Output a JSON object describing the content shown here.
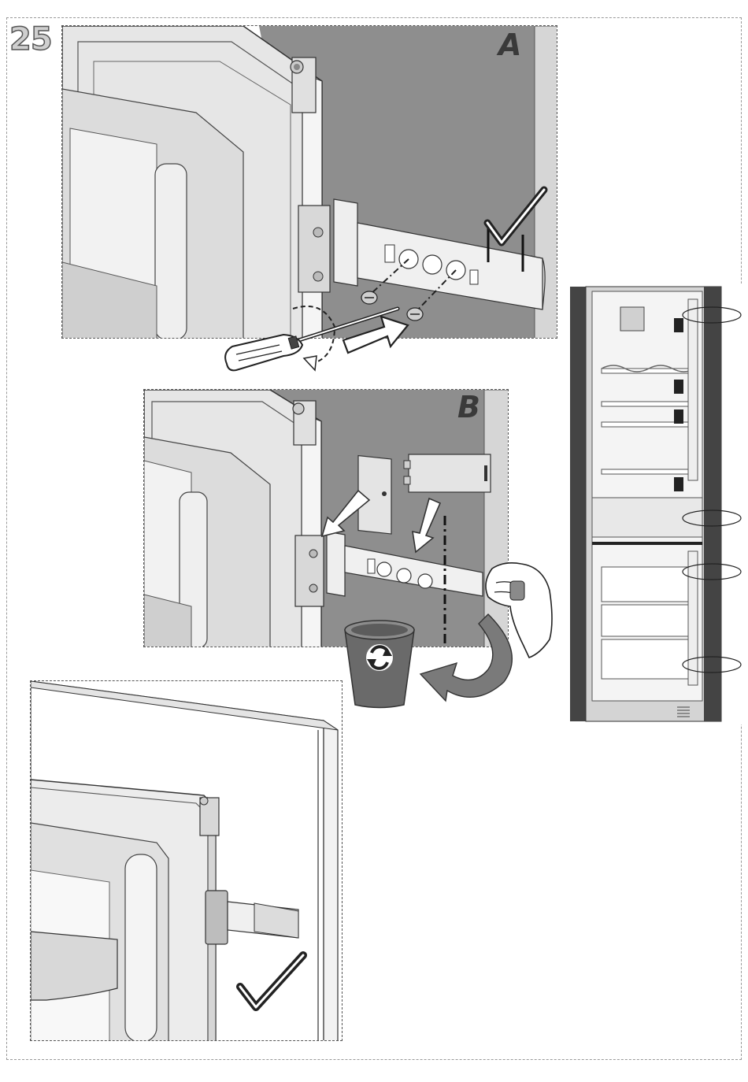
{
  "step": {
    "number": "25"
  },
  "panels": {
    "a": {
      "letter": "A"
    },
    "b": {
      "letter": "B"
    }
  },
  "icons": {
    "screwdriver": "screwdriver-icon",
    "rotation": "rotation-arrow-icon",
    "push_arrow": "push-arrow-icon",
    "checkmark": "checkmark-icon",
    "recycle_bin": "recycle-bin-icon",
    "hand": "hand-icon",
    "curved_arrow": "curved-arrow-icon"
  },
  "colors": {
    "wall": "#8e8e8e",
    "door": "#e6e6e6",
    "outline": "#333333",
    "bin": "#6a6a6a",
    "accent_dark": "#3a3a3a"
  }
}
